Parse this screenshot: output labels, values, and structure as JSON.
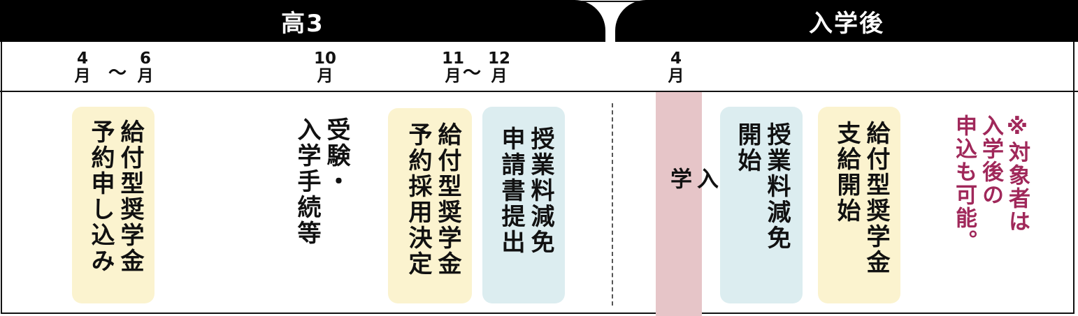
{
  "headers": {
    "left": "高3",
    "right": "入学後"
  },
  "dates": {
    "apr_1": {
      "num": "4",
      "unit": "月"
    },
    "tilde_1": "～",
    "jun": {
      "num": "6",
      "unit": "月"
    },
    "oct": {
      "num": "10",
      "unit": "月"
    },
    "nov": {
      "num": "11",
      "unit": "月"
    },
    "tilde_2": "～",
    "dec": {
      "num": "12",
      "unit": "月"
    },
    "apr_2": {
      "num": "4",
      "unit": "月"
    }
  },
  "cells": {
    "reserve_apply": "給付型奨学金\n予約申し込み",
    "exam": "受験・\n入学手続等",
    "reserve_decide": "給付型奨学金\n予約採用決定",
    "tuition_apply": "授業料減免\n申請書提出",
    "enroll": "入\n学",
    "tuition_start": "授業料減免\n開始",
    "payment_start": "給付型奨学金\n支給開始",
    "note": "※対象者は\n入学後の\n申込も可能。"
  },
  "colors": {
    "header": "#000000",
    "yellow_box": "#fbf3cf",
    "blue_box": "#dcedf0",
    "enroll_box": "#e6c5c8",
    "note_text": "#a0285a"
  }
}
